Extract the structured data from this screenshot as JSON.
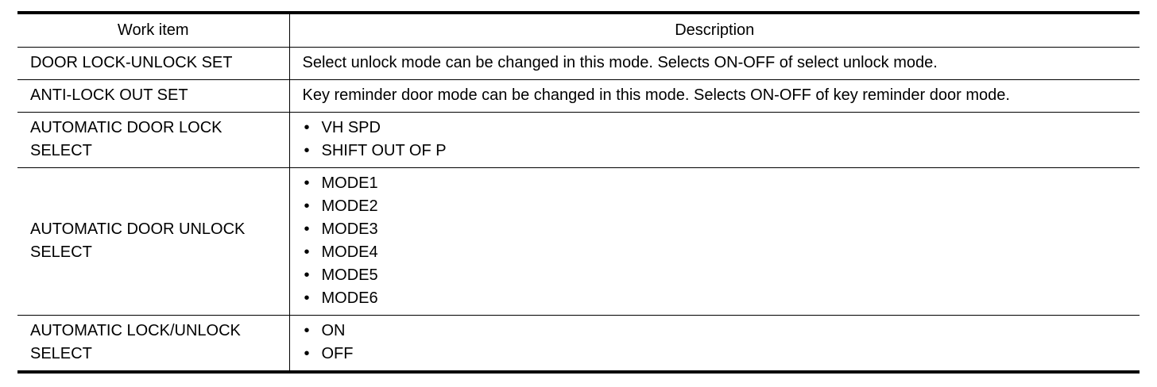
{
  "table": {
    "headers": {
      "work_item": "Work item",
      "description": "Description"
    },
    "rows": [
      {
        "work_item": "DOOR LOCK-UNLOCK SET",
        "description": "Select unlock mode can be changed in this mode. Selects ON-OFF of select unlock mode."
      },
      {
        "work_item": "ANTI-LOCK OUT SET",
        "description": "Key reminder door mode can be changed in this mode. Selects ON-OFF of key reminder door mode."
      },
      {
        "work_item_lines": [
          "AUTOMATIC DOOR LOCK",
          "SELECT"
        ],
        "options": [
          "VH SPD",
          "SHIFT OUT OF P"
        ]
      },
      {
        "work_item_lines": [
          "AUTOMATIC DOOR UNLOCK",
          "SELECT"
        ],
        "options": [
          "MODE1",
          "MODE2",
          "MODE3",
          "MODE4",
          "MODE5",
          "MODE6"
        ]
      },
      {
        "work_item_lines": [
          "AUTOMATIC LOCK/UNLOCK",
          "SELECT"
        ],
        "options": [
          "ON",
          "OFF"
        ]
      }
    ]
  }
}
